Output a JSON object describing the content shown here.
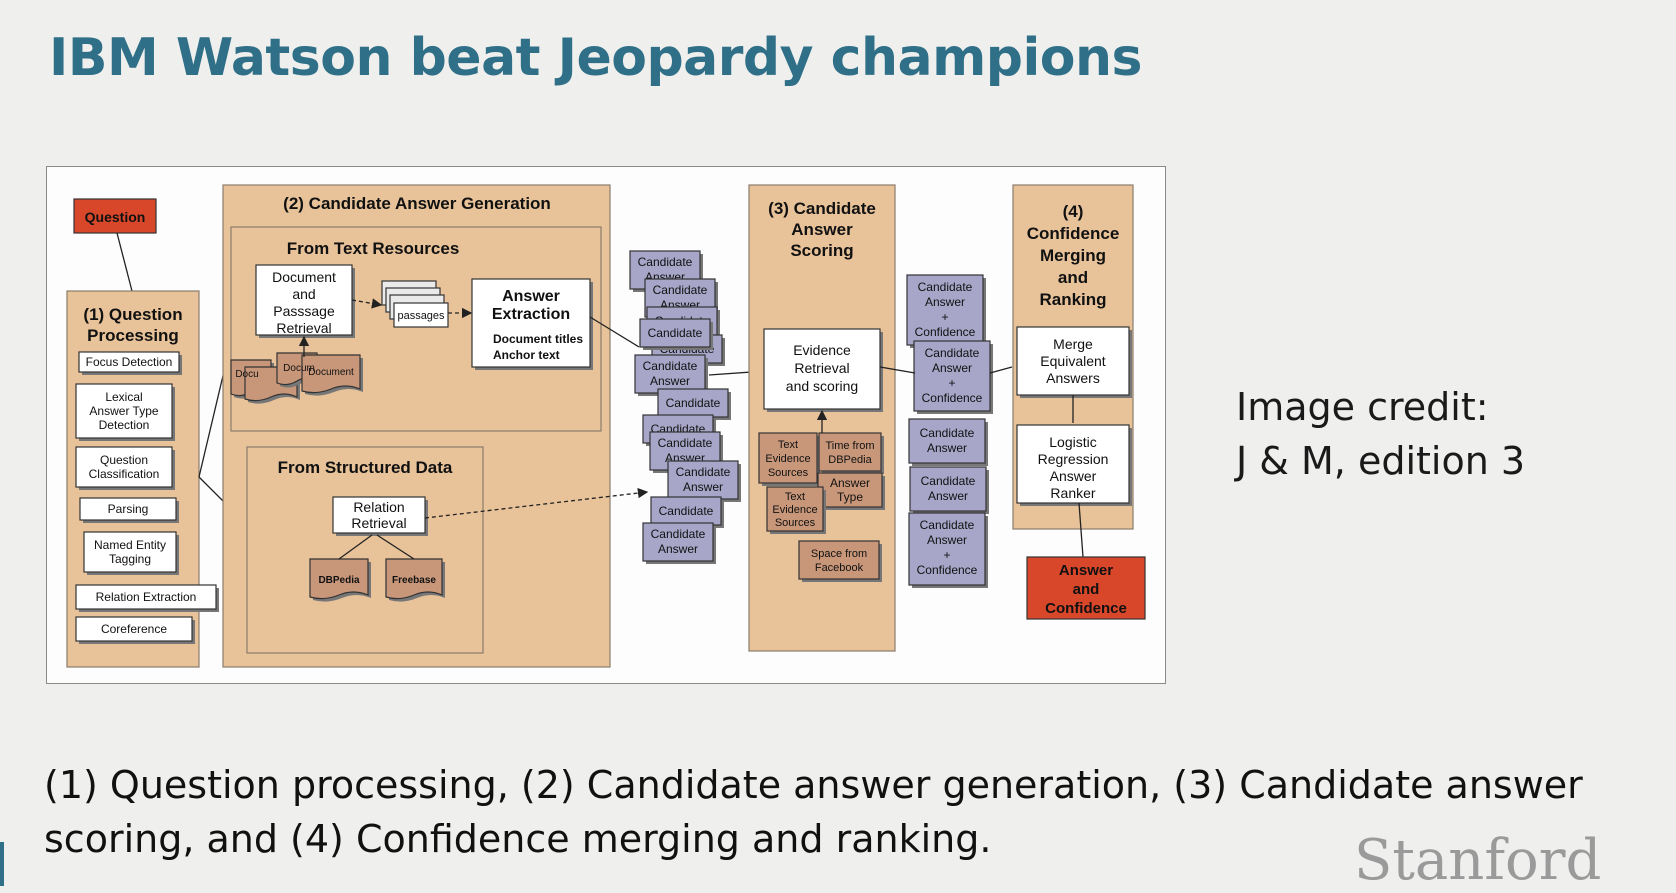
{
  "slide": {
    "title": "IBM Watson beat Jeopardy champions",
    "credit_line1": "Image credit:",
    "credit_line2": "J & M, edition 3",
    "caption": "(1) Question processing, (2) Candidate answer generation, (3) Candidate answer scoring, and (4) Confidence merging and ranking.",
    "logo": "Stanford"
  },
  "colors": {
    "title": "#2f6f87",
    "stage_fill": "#e8c39a",
    "stage_stroke": "#8a7c6c",
    "red_box": "#d9472b",
    "candidate_fill": "#a7a6c8",
    "doc_fill": "#c8977a"
  },
  "diagram": {
    "question": "Question",
    "stage1": {
      "title_line1": "(1) Question",
      "title_line2": "Processing",
      "steps": [
        [
          "Focus Detection"
        ],
        [
          "Lexical",
          "Answer Type",
          "Detection"
        ],
        [
          "Question",
          "Classification"
        ],
        [
          "Parsing"
        ],
        [
          "Named Entity",
          "Tagging"
        ],
        [
          "Relation Extraction"
        ],
        [
          "Coreference"
        ]
      ]
    },
    "stage2": {
      "title": "(2) Candidate Answer Generation",
      "text_resources": {
        "title": "From Text Resources",
        "retrieval": [
          "Document",
          "and",
          "Passsage",
          "Retrieval"
        ],
        "passages": "passages",
        "doc_labels": [
          "Docu",
          "Docum",
          "Document"
        ],
        "extraction_title": [
          "Answer",
          "Extraction"
        ],
        "extraction_sub": [
          "Document titles",
          "Anchor text"
        ]
      },
      "structured": {
        "title": "From Structured Data",
        "relation": [
          "Relation",
          "Retrieval"
        ],
        "sources": [
          "DBPedia",
          "Freebase"
        ]
      }
    },
    "candidates_mid": {
      "front_label": [
        "Candidate",
        "Answer"
      ],
      "short_label": "Candidate"
    },
    "stage3": {
      "title": [
        "(3) Candidate",
        "Answer",
        "Scoring"
      ],
      "evidence": [
        "Evidence",
        "Retrieval",
        "and scoring"
      ],
      "sources": {
        "text_evidence": [
          "Text",
          "Evidence",
          "Sources"
        ],
        "time": [
          "Time from",
          "DBPedia"
        ],
        "answer_type": [
          "Answer",
          "Type"
        ],
        "text_evidence2": [
          "Text",
          "Evidence",
          "Sources"
        ],
        "space": [
          "Space from",
          "Facebook"
        ]
      }
    },
    "candidates_scored": {
      "with_conf": [
        "Candidate",
        "Answer",
        "+",
        "Confidence"
      ],
      "plain": [
        "Candidate",
        "Answer"
      ]
    },
    "stage4": {
      "title": [
        "(4)",
        "Confidence",
        "Merging",
        "and",
        "Ranking"
      ],
      "merge": [
        "Merge",
        "Equivalent",
        "Answers"
      ],
      "ranker": [
        "Logistic",
        "Regression",
        "Answer",
        "Ranker"
      ]
    },
    "final": [
      "Answer",
      "and",
      "Confidence"
    ]
  }
}
